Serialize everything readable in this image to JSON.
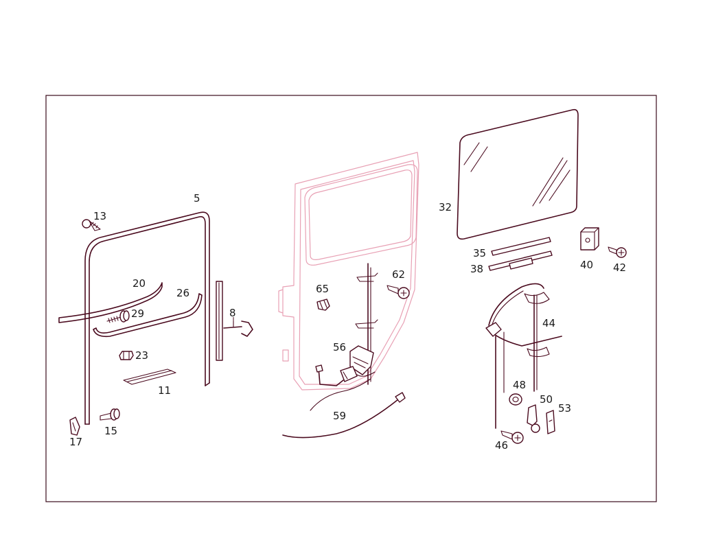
{
  "labels": {
    "p5": "5",
    "p8": "8",
    "p11": "11",
    "p13": "13",
    "p15": "15",
    "p17": "17",
    "p20": "20",
    "p23": "23",
    "p26": "26",
    "p29": "29",
    "p32": "32",
    "p35": "35",
    "p38": "38",
    "p40": "40",
    "p42": "42",
    "p44": "44",
    "p46": "46",
    "p48": "48",
    "p50": "50",
    "p53": "53",
    "p56": "56",
    "p59": "59",
    "p62": "62",
    "p65": "65"
  },
  "colors": {
    "line": "#4a0a1e",
    "door_outline": "#e8a0b4",
    "frame": "#3a0a1a"
  }
}
